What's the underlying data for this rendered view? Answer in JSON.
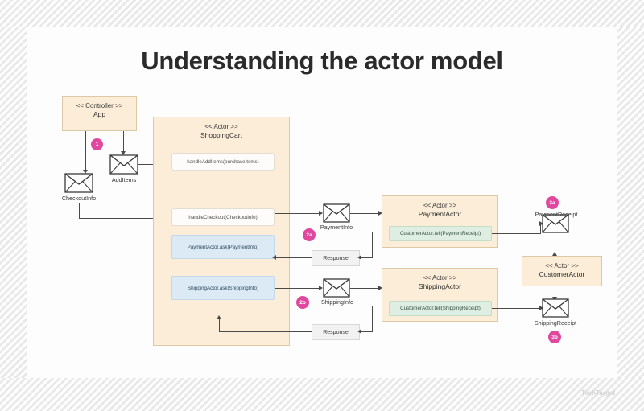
{
  "page": {
    "title": "Understanding the actor model",
    "background_color": "#fdfdfd",
    "accent_pink": "#e0489f",
    "actor_fill": "#fbedd7",
    "blue_fill": "#dbeaf5",
    "green_fill": "#dfeee2"
  },
  "controller": {
    "stereotype": "<< Controller >>",
    "name": "App"
  },
  "actors": {
    "shopping_cart": {
      "stereotype": "<< Actor >>",
      "name": "ShoppingCart",
      "methods": [
        "handleAddItems(purchaseItems)",
        "handleCheckout(CheckoutInfo)"
      ],
      "calls": [
        "PaymentActor.ask(PaymentInfo)",
        "ShippingActor.ask(ShippingInfo)"
      ]
    },
    "payment_actor": {
      "stereotype": "<< Actor >>",
      "name": "PaymentActor",
      "call": "CustomerActor.tell(PaymentReceipt)"
    },
    "shipping_actor": {
      "stereotype": "<< Actor >>",
      "name": "ShippingActor",
      "call": "CustomerActor.tell(ShippingReceipt)"
    },
    "customer_actor": {
      "stereotype": "<< Actor >>",
      "name": "CustomerActor"
    }
  },
  "messages": {
    "add_items": "AddItems",
    "checkout_info": "CheckoutInfo",
    "payment_info": "PaymentInfo",
    "shipping_info": "ShippingInfo",
    "payment_receipt": "PaymentReceipt",
    "shipping_receipt": "ShippingReceipt",
    "response_payment": "Response",
    "response_shipping": "Response"
  },
  "badges": [
    {
      "id": "step-1",
      "label": "1"
    },
    {
      "id": "step-2a",
      "label": "2a"
    },
    {
      "id": "step-2b",
      "label": "2b"
    },
    {
      "id": "step-3a",
      "label": "3a"
    },
    {
      "id": "step-3b",
      "label": "3b"
    }
  ],
  "footer": {
    "left": "",
    "right": "",
    "logo": "TechTarget"
  }
}
